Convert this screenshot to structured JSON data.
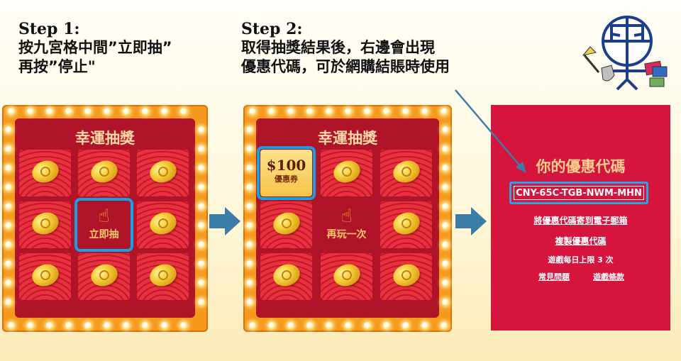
{
  "step1": {
    "title": "Step 1:",
    "line1": "按九宮格中間”立即抽”",
    "line2": "再按”停止\""
  },
  "step2": {
    "title": "Step 2:",
    "line1": "取得抽獎結果後，右邊會出現",
    "line2": "優惠代碼，可於網購結賬時使用"
  },
  "board1": {
    "title": "幸運抽獎",
    "center_label": "立即抽",
    "center_icon": "tap-hand-icon"
  },
  "board2": {
    "title": "幸運抽獎",
    "prize_amount": "$100",
    "prize_label": "優惠券",
    "center_label": "再玩一次",
    "center_icon": "tap-hand-icon"
  },
  "coupon": {
    "title": "你的優惠代碼",
    "code": "CNY-65C-TGB-NWM-MHN",
    "email_link": "將優惠代碼寄到電子郵箱",
    "copy_link": "複製優惠代碼",
    "daily_limit": "遊戲每日上限 3 次",
    "faq_link": "常見問題",
    "terms_link": "遊戲條款"
  },
  "colors": {
    "highlight": "#1a9fe0",
    "arrow": "#3a7ea8",
    "coupon_bg": "#d6153f",
    "board_bg": "#b01428",
    "marquee": "#f59a1c"
  }
}
